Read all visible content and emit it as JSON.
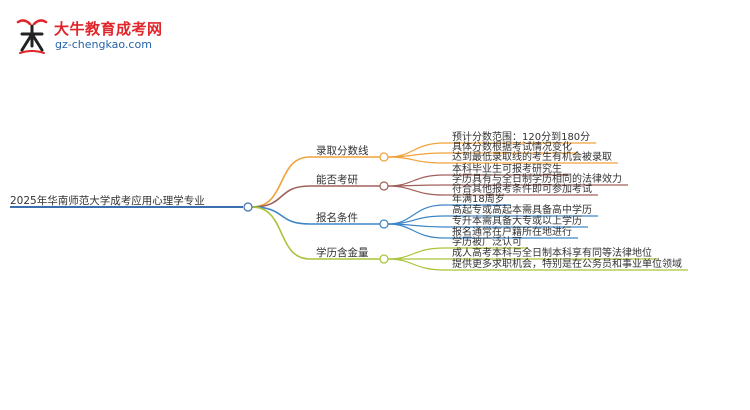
{
  "logo": {
    "name": "大牛教育成考网",
    "url": "gz-chengkao.com"
  },
  "mindmap": {
    "root": "2025年华南师范大学成考应用心理学专业",
    "branches": [
      {
        "label": "录取分数线",
        "color": "#f0a23a",
        "children": [
          "预计分数范围：120分到180分",
          "具体分数根据考试情况变化",
          "达到最低录取线的考生有机会被录取"
        ]
      },
      {
        "label": "能否考研",
        "color": "#a0605a",
        "children": [
          "本科毕业生可报考研究生",
          "学历具有与全日制学历相同的法律效力",
          "符合其他报考条件即可参加考试"
        ]
      },
      {
        "label": "报名条件",
        "color": "#3d86c6",
        "children": [
          "年满18周岁",
          "高起专或高起本需具备高中学历",
          "专升本需具备大专或以上学历",
          "报名通常在户籍所在地进行"
        ]
      },
      {
        "label": "学历含金量",
        "color": "#a9c43a",
        "children": [
          "学历被广泛认可",
          "成人高考本科与全日制本科享有同等法律地位",
          "提供更多求职机会，特别是在公务员和事业单位领域"
        ]
      }
    ]
  }
}
